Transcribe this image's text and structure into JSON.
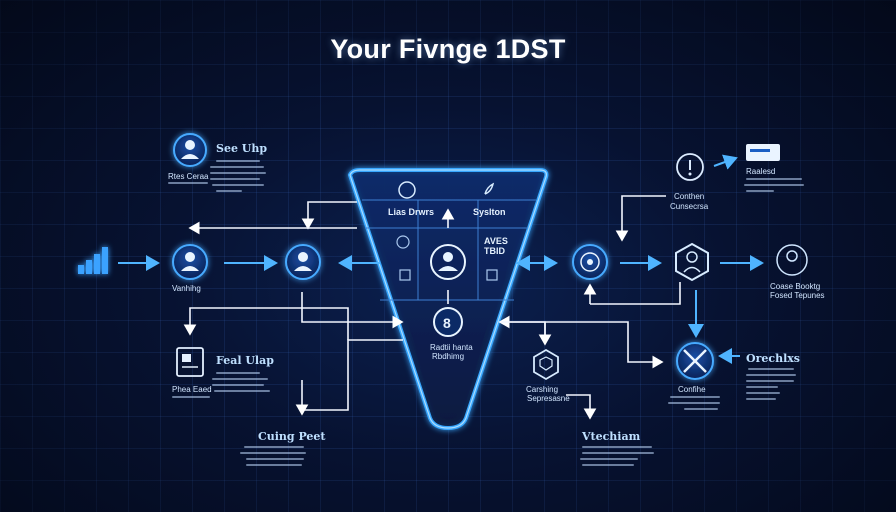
{
  "diagram": {
    "title": "Your Fivnge 1DST",
    "funnel": {
      "top_left_label": "Lias Drwrs",
      "top_right_label": "Syslton",
      "mid_right_label": "AVES TBID",
      "bottom_label": "Radtii hanta",
      "bottom_glyph": "8",
      "bottom_sub": "Rbdhimg"
    },
    "nodes": {
      "top_left_heading": "See Uhp",
      "top_left_sub": "Rtes Ceraa",
      "left_label": "Vanhihg",
      "bottom_left_heading": "Feal Ulap",
      "bottom_left_sub": "Phea Eaed",
      "bottom_center_left_heading": "Cuing Peet",
      "center_lower_label": "Carshing",
      "center_lower_sub": "Sepresasne",
      "bottom_center_right_heading": "Vtechiam",
      "top_right_heading": "Conthen",
      "top_right_sub": "Cunsecrsa",
      "far_top_right_label": "Raalesd",
      "far_right_label": "Coase Booktg",
      "far_right_sub": "Fosed Tepunes",
      "bottom_right_label": "Confihe",
      "bottom_right_side_label": "Orechlxs"
    }
  }
}
